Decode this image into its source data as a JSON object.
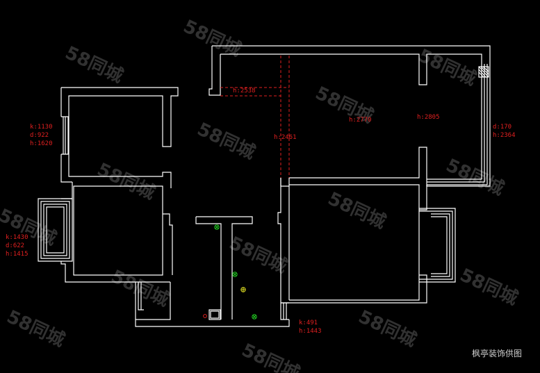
{
  "watermark": "58同城",
  "credit": "枫亭装饰供图",
  "colors": {
    "background": "#000000",
    "wall": "#ffffff",
    "dimension": "#e02020",
    "fixture_green": "#22cc22",
    "fixture_yellow": "#dddd22"
  },
  "dimensions": {
    "top_left_window": [
      "k:1130",
      "d:922",
      "h:1620"
    ],
    "left_bay_window": [
      "k:1430",
      "d:622",
      "h:1415"
    ],
    "top_beam": "h:2538",
    "top_center": "h:2770",
    "top_right": "h:2805",
    "center_vertical": "h:2461",
    "right_balcony": [
      "d:170",
      "h:2364"
    ],
    "bottom_right_door": [
      "k:491",
      "h:1443"
    ]
  }
}
